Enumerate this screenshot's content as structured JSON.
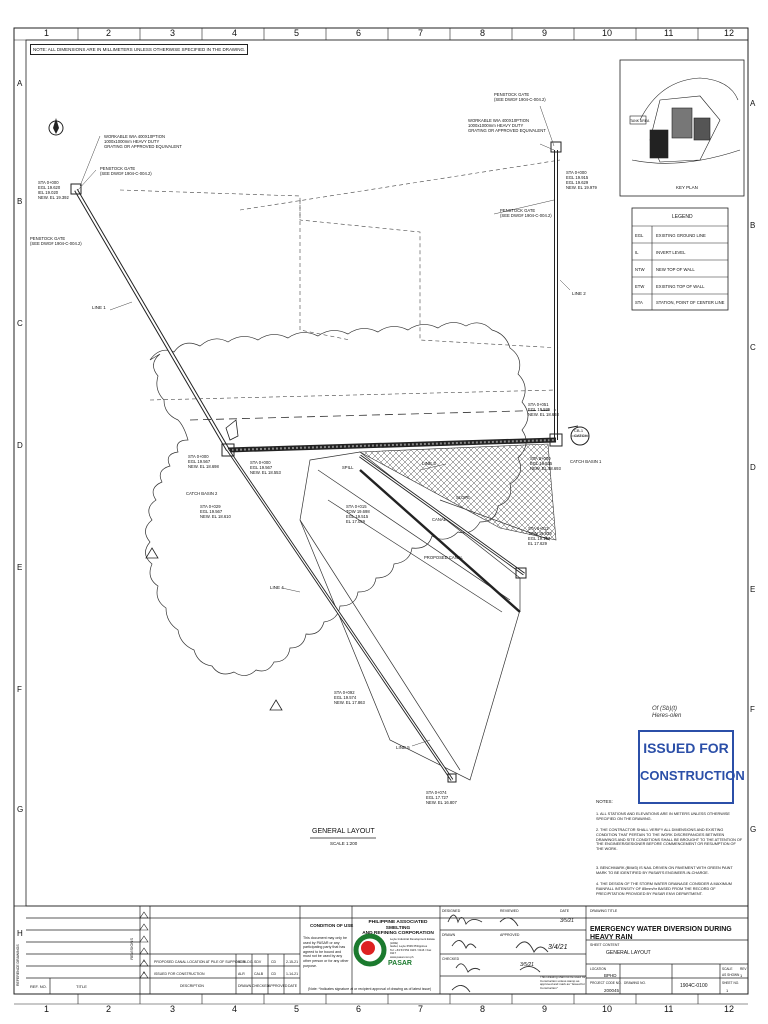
{
  "grid": {
    "cols": [
      "1",
      "2",
      "3",
      "4",
      "5",
      "6",
      "7",
      "8",
      "9",
      "10",
      "11",
      "12"
    ],
    "rows": [
      "A",
      "B",
      "C",
      "D",
      "E",
      "F",
      "G",
      "H"
    ]
  },
  "note_top": "NOTE: ALL DIMENSIONS ARE IN MILLIMETERS UNLESS OTHERWISE SPECIFIED IN THE DRAWING.",
  "drawing": {
    "labels": {
      "penstock_gate_tr": "PENSTOCK GATE\n(SEE DWG# 1904-C-004.2)",
      "workable_tr": "WORKABLE WIA 400X10PTION\n1000x1000mm HEAVY DUTY\nGRATING OR APPROVED EQUIVALENT",
      "workable_tl": "WORKABLE WIA 400X10PTION\n1000x1000mm HEAVY DUTY\nGRATING OR APPROVED EQUIVALENT",
      "penstock_gate_tl": "PENSTOCK GATE\n(SEE DWG# 1904-C-004.2)",
      "penstock_gate_l": "PENSTOCK GATE\n(SEE DWG# 1904-C-004.2)",
      "penstock_gate_r": "PENSTOCK GATE\n(SEE DWG# 1904-C-004.2)",
      "sta_tl": "STA 0+000\nEGL 19.620\nIEL 19.020\nNEW. EL 19.392",
      "sta_tr": "STA 0+000\nEGL 19.915\nEGL 19.629\nNEW. EL 19.979",
      "sta_mid_l": "STA 0+000\nEGL 19.567\nNEW. EL 18.698",
      "sta_mid_c": "STA 0+000\nEGL 19.567\nNEW. EL 18.553",
      "sta_r1": "STA 0+051\nEGL 19.535\nNEW. EL 18.693",
      "sta_r2": "STA 0+000\nEGL 19.535\nNEW. EL 18.693",
      "sta_basin2": "STA 0+029\nEGL 19.567\nNEW. EL 18.610",
      "sta_canal": "STA 0+015\nTOW 19.698\nEGL 19.515\nEL 17.059",
      "sta_r3": "STA 0+012\nTOW 19.939\nEGL 19.167\nEL 17.629",
      "sta_l4": "STA 0+092\nEGL 19.574\nNEW. EL 17.863",
      "sta_l5": "STA 0+074\nEGL 17.727\nNEW. EL 16.807",
      "line1": "LINE 1",
      "line2": "LINE 2",
      "line3": "LINE 3",
      "line4": "LINE 4",
      "line5": "LINE 5",
      "catch1": "CATCH BASIN 1",
      "catch2": "CATCH BASIN 2",
      "slope": "SLOPE",
      "canal": "PROPOSED CANAL",
      "canal_c": "CANAL",
      "spill": "SPILL",
      "cb_tag": "CB-1\nCATCH"
    },
    "title": "GENERAL LAYOUT",
    "scale": "SCALE 1:200"
  },
  "legend": {
    "header": "LEGEND",
    "rows": [
      {
        "code": "EGL",
        "desc": "EXISTING GROUND LINE"
      },
      {
        "code": "IL",
        "desc": "INVERT LEVEL"
      },
      {
        "code": "NTW",
        "desc": "NEW TOP OF WALL"
      },
      {
        "code": "ETW",
        "desc": "EXISTING TOP OF WALL"
      },
      {
        "code": "STA",
        "desc": "STATION, POINT OF CENTER LINE"
      }
    ]
  },
  "keyplan": {
    "label": "KEY PLAN",
    "tag": "TANK AREA"
  },
  "stamp": {
    "line1": "ISSUED FOR",
    "line2": "CONSTRUCTION",
    "handwritten": "Of (Sb)(t)\nHeres-olen"
  },
  "notes": {
    "header": "NOTES:",
    "items": [
      "1.  ALL STATIONS AND ELEVATIONS ARE IN METERS UNLESS OTHERWISE SPECIFIED ON THE DRAWING.",
      "2.  THE CONTRACTOR SHALL VERIFY ALL DIMENSIONS AND EXISTING CONDITION THAT PERTAIN TO THE WORK DISCREPANCIES BETWEEN DRAWINGS AND SITE CONDITIONS SHALL BE BROUGHT TO THE ATTENTION OF THE ENGINEER/DESIGNER BEFORE COMMENCEMENT OR RESUMPTION OF THE WORK.",
      "3.  BENCHMARK (BM#3) IS NAIL DRIVEN ON PAVEMENT WITH GREEN PAINT MARK TO BE IDENTIFIED BY PASAR'S ENGINEER-IN-CHARGE.",
      "4.  THE DESIGN OF THE STORM WATER DRAINAGE CONSIDER A MAXIMUM RAINFALL INTENSITY OF 85mm/hr BASED FROM THE RECORD OF PRECIPITATION PROVIDED BY PASAR ENVI DEPARTMENT."
    ]
  },
  "titleblock": {
    "ref_dwg": "REFERENCE DRAWINGS",
    "revisions_label": "REVISIONS",
    "ref_no": "REF. NO.",
    "title_col": "TITLE",
    "rev_rows": [
      {
        "mark": "1",
        "desc": "PROPOSED CANAL LOCATION AT PILE OF SUPPORT BLDG.",
        "by": "ALR",
        "dwn": "SDV",
        "chk": "CD",
        "date": "2-15-21"
      },
      {
        "mark": "0",
        "desc": "ISSUED FOR CONSTRUCTION",
        "by": "ALR",
        "dwn": "CALB",
        "chk": "CD",
        "date": "1-14-21"
      }
    ],
    "rev_footer": [
      "DESCRIPTION",
      "DRAWN",
      "CHECKED",
      "APPROVED",
      "DATE"
    ],
    "condition_header": "CONDITION OF USE",
    "condition_text": "This document may only be used by PASAR or any participating party that has agreed to be bound and must not be used by any other person or for any other purpose.",
    "condition_note": "(Note: *Indicates signature at or recipient approval of drawing as of latest issue)",
    "company": "PHILIPPINE ASSOCIATED SMELTING\nAND REFINING CORPORATION",
    "company_short": "PASAR",
    "company_addr": "Leyte Industrial Development Estate (LIDE)\nIsabel, Leyte 6539 Philippines\nTel: +63 53 552 0115 / 0116 / Fax 0117\nwww.pasar.com.ph",
    "designed": "DESIGNED",
    "drawn": "DRAWN",
    "checked": "CHECKED",
    "reviewed": "REVIEWED",
    "approved": "APPROVED",
    "date_label": "DATE",
    "title_label": "DRAWING TITLE",
    "main_title": "EMERGENCY WATER DIVERSION DURING HEAVY RAIN",
    "sheet_label": "SHEET CONTENT",
    "sheet_value": "GENERAL LAYOUT",
    "location_label": "LOCATION",
    "location_value": "BPHD",
    "project_label": "PROJECT CODE NO.",
    "project_value": "200045",
    "dwg_no_label": "DRAWING NO.",
    "dwg_no_value": "1904C-0100",
    "scale_label": "SCALE",
    "scale_value": "AS SHOWN",
    "rev_label": "REV",
    "rev_value": "1",
    "sheet_no_label": "SHEET NO.",
    "sheet_no_value": "1",
    "construct_note": "This Drawing shall not be used for Construction unless stamp as approved and mark as \"Issued for Construction\"",
    "sig_dates": [
      "3/5/21",
      "3/4/21",
      "3/5/21"
    ]
  }
}
